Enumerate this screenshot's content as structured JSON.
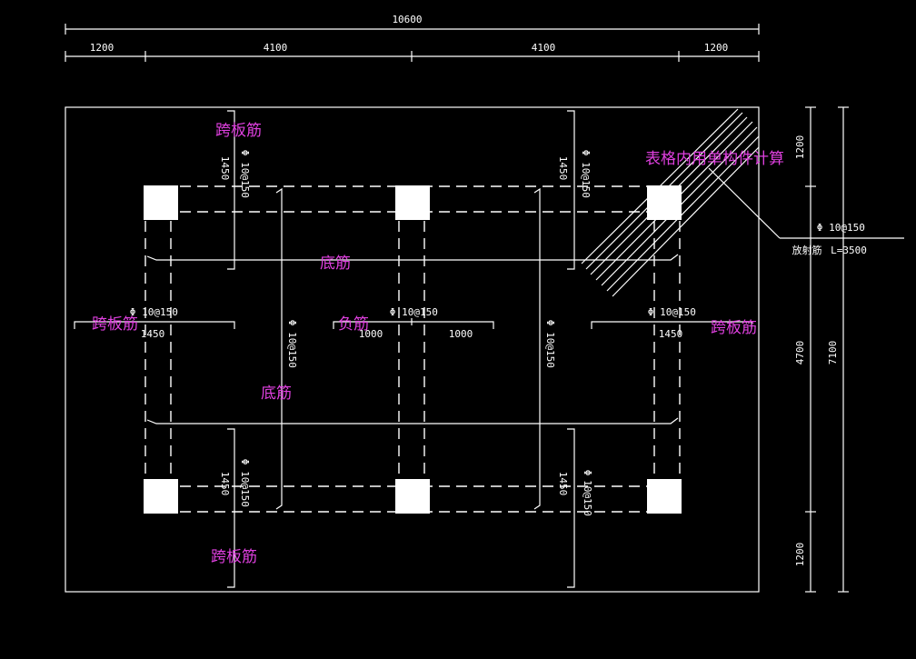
{
  "dimensions": {
    "top_total": "10600",
    "top_segments": [
      "1200",
      "4100",
      "4100",
      "1200"
    ],
    "right_segments": [
      "1200",
      "4700",
      "1200"
    ],
    "right_total": "7100"
  },
  "rebar_labels": {
    "phi": "Φ",
    "top_left_v": "10@150",
    "top_left_v_len": "1450",
    "top_right_v": "10@150",
    "top_right_v_len": "1450",
    "bottom_left_v": "10@150",
    "bottom_left_v_len": "1450",
    "bottom_right_v": "10@150",
    "bottom_right_v_len": "1450",
    "bottom_bar_left": "10@150",
    "bottom_bar_right": "10@150",
    "left_h": "10@150",
    "left_h_len": "1450",
    "mid_h": "10@150",
    "mid_h_left_len": "1000",
    "mid_h_right_len": "1000",
    "right_h": "10@150",
    "right_h_len": "1450",
    "corner_callout": "10@150",
    "corner_callout_len": "L=3500",
    "corner_callout_prefix": "放射筋"
  },
  "annotations": {
    "span_bar_top": "跨板筋",
    "span_bar_left": "跨板筋",
    "span_bar_right": "跨板筋",
    "span_bar_bottom": "跨板筋",
    "bottom_bar_1": "底筋",
    "bottom_bar_2": "底筋",
    "negative_bar": "负筋",
    "table_note": "表格内用单构件计算"
  }
}
